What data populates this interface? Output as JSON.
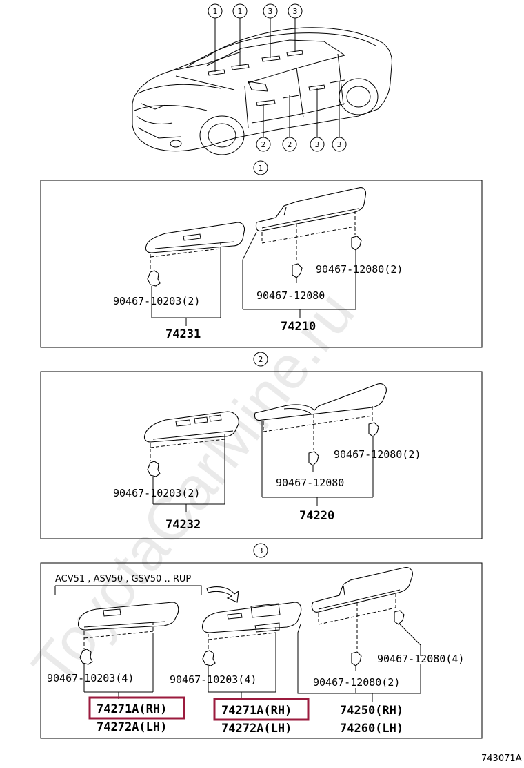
{
  "watermark": "ToyotaCarMine.ru",
  "figure_code": "743071A",
  "overview": {
    "callouts_top": [
      "1",
      "1",
      "3",
      "3"
    ],
    "callouts_bottom": [
      "2",
      "2",
      "3",
      "3"
    ]
  },
  "section1": {
    "marker": "1",
    "left": {
      "clip": "90467-10203(2)",
      "part": "74231"
    },
    "right": {
      "clip_a": "90467-12080(2)",
      "clip_b": "90467-12080",
      "part": "74210"
    }
  },
  "section2": {
    "marker": "2",
    "left": {
      "clip": "90467-10203(2)",
      "part": "74232"
    },
    "right": {
      "clip_a": "90467-12080(2)",
      "clip_b": "90467-12080",
      "part": "74220"
    }
  },
  "section3": {
    "marker": "3",
    "variant_note": "ACV51 , ASV50 , GSV50 .. RUP",
    "left": {
      "clip": "90467-10203(4)",
      "part_rh": "74271A(RH)",
      "part_lh": "74272A(LH)"
    },
    "middle": {
      "clip": "90467-10203(4)",
      "part_rh": "74271A(RH)",
      "part_lh": "74272A(LH)"
    },
    "right": {
      "clip_a": "90467-12080(4)",
      "clip_b": "90467-12080(2)",
      "part_rh": "74250(RH)",
      "part_lh": "74260(LH)"
    }
  },
  "highlight_color": "#9b1b3e"
}
